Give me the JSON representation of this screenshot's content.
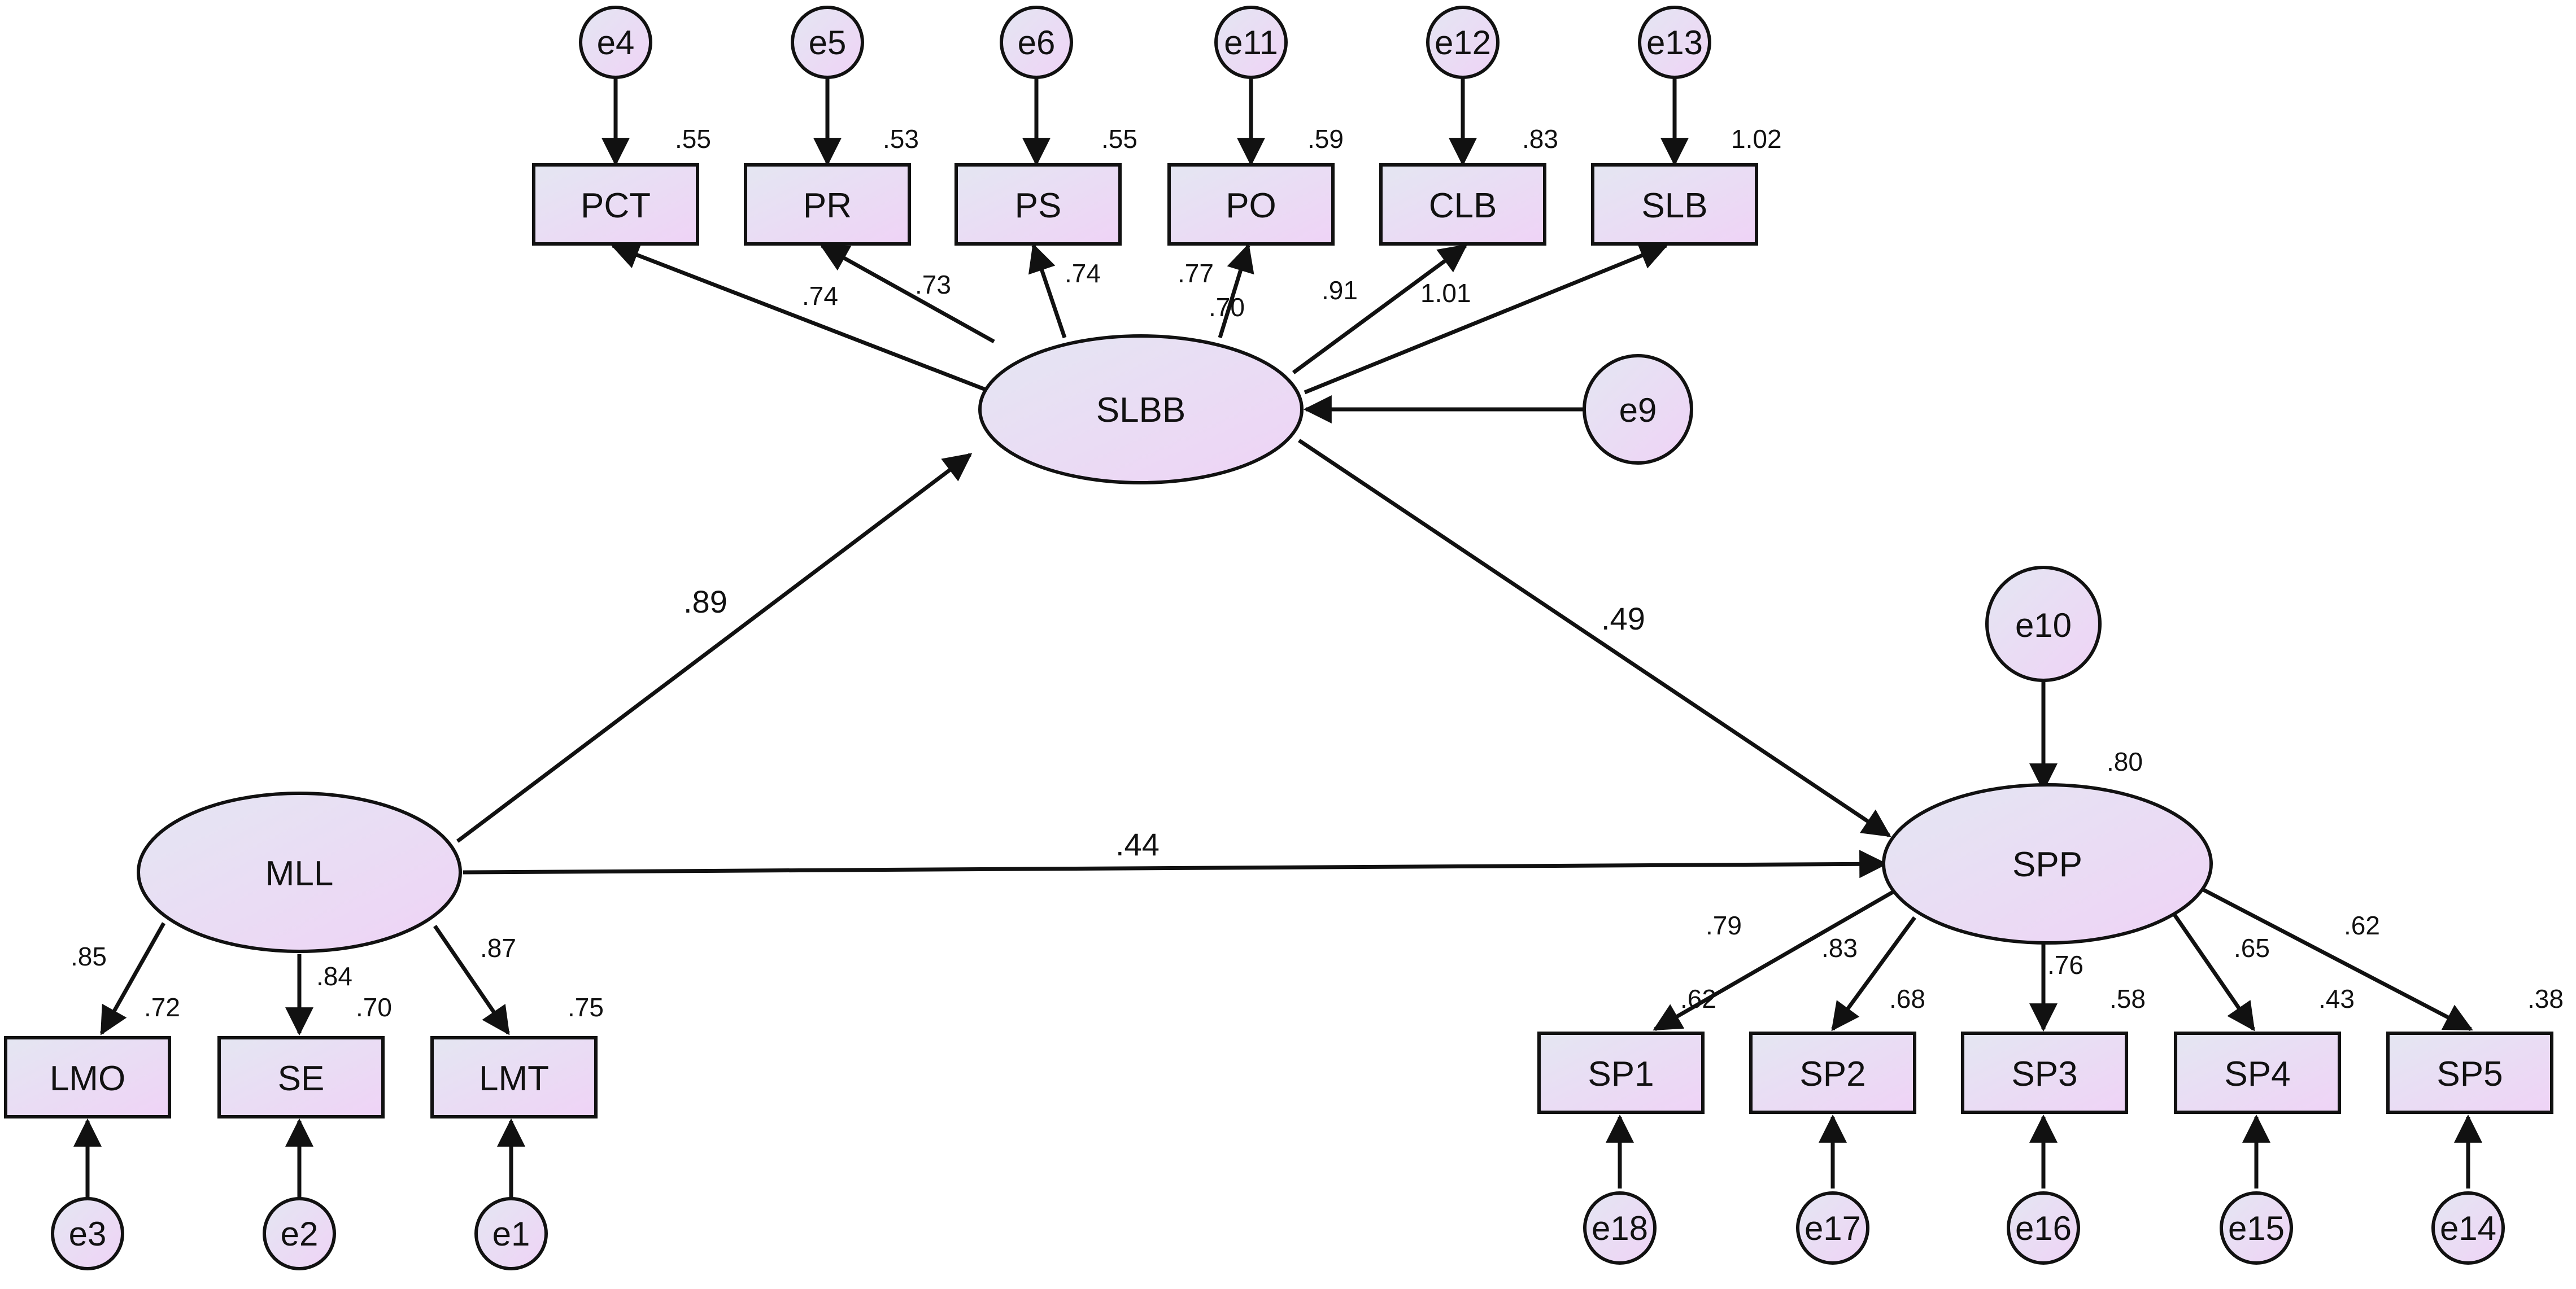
{
  "latent": {
    "MLL": "MLL",
    "SLBB": "SLBB",
    "SPP": "SPP"
  },
  "observed": {
    "PCT": "PCT",
    "PR": "PR",
    "PS": "PS",
    "PO": "PO",
    "CLB": "CLB",
    "SLB": "SLB",
    "LMO": "LMO",
    "SE": "SE",
    "LMT": "LMT",
    "SP1": "SP1",
    "SP2": "SP2",
    "SP3": "SP3",
    "SP4": "SP4",
    "SP5": "SP5"
  },
  "errors": {
    "e1": "e1",
    "e2": "e2",
    "e3": "e3",
    "e4": "e4",
    "e5": "e5",
    "e6": "e6",
    "e9": "e9",
    "e10": "e10",
    "e11": "e11",
    "e12": "e12",
    "e13": "e13",
    "e14": "e14",
    "e15": "e15",
    "e16": "e16",
    "e17": "e17",
    "e18": "e18"
  },
  "paths": {
    "mll_slbb": ".89",
    "slbb_spp": ".49",
    "mll_spp": ".44"
  },
  "loadings": {
    "PCT": ".74",
    "PR": ".73",
    "PS": ".74",
    "PO": ".77",
    "PO_b": ".70",
    "CLB": ".91",
    "SLB": "1.01",
    "LMO": ".85",
    "SE": ".84",
    "LMT": ".87",
    "SP1": ".79",
    "SP2": ".83",
    "SP3": ".76",
    "SP4": ".65",
    "SP5": ".62"
  },
  "r2": {
    "PCT": ".55",
    "PR": ".53",
    "PS": ".55",
    "PO": ".59",
    "CLB": ".83",
    "SLB": "1.02",
    "LMO": ".72",
    "SE": ".70",
    "LMT": ".75",
    "SP1": ".62",
    "SP2": ".68",
    "SP3": ".58",
    "SP4": ".43",
    "SP5": ".38",
    "SPP": ".80"
  },
  "colors": {
    "fill_light": "#e4e6f2",
    "fill_pink": "#ecd5f4",
    "stroke": "#111111"
  }
}
